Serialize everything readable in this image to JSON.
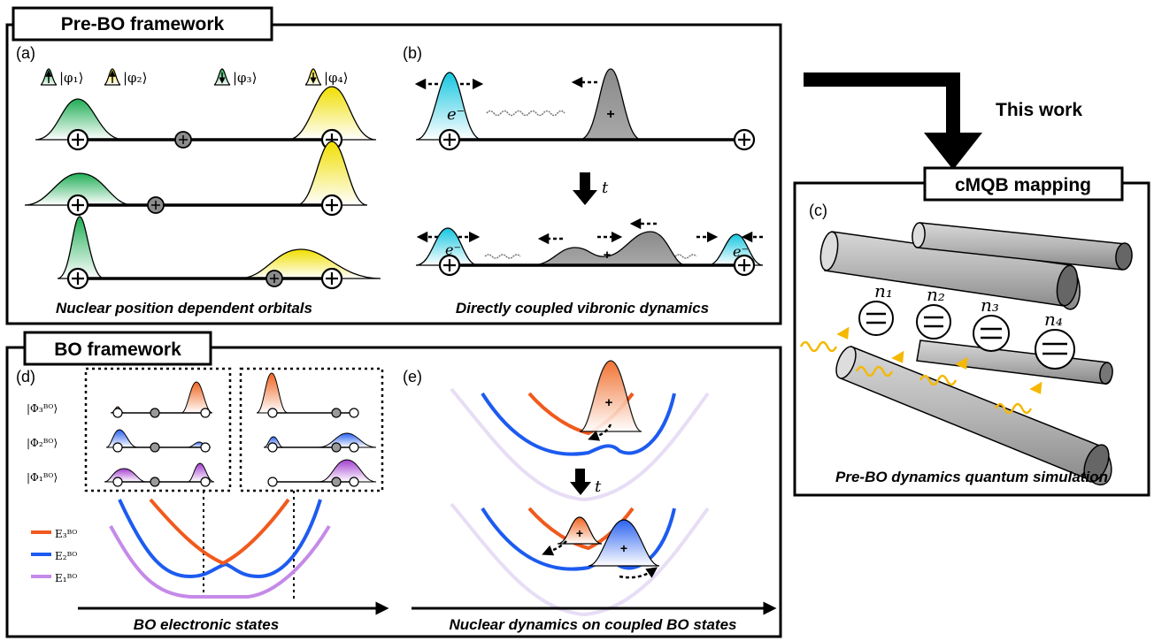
{
  "frameworks": {
    "pre_bo_title": "Pre-BO framework",
    "bo_title": "BO framework",
    "cmqb_title": "cMQB mapping"
  },
  "arrow_label": "This work",
  "panels": {
    "a": {
      "label": "(a)",
      "caption": "Nuclear position dependent orbitals",
      "kets": [
        "|φ₁⟩",
        "|φ₂⟩",
        "|φ₃⟩",
        "|φ₄⟩"
      ]
    },
    "b": {
      "label": "(b)",
      "caption": "Directly coupled vibronic dynamics",
      "electron": "e⁻",
      "time": "t"
    },
    "c": {
      "label": "(c)",
      "caption": "Pre-BO dynamics quantum simulation",
      "modes": [
        "n₁",
        "n₂",
        "n₃",
        "n₄"
      ]
    },
    "d": {
      "label": "(d)",
      "caption": "BO electronic states",
      "states": [
        "|Φ₃ᴮᴼ⟩",
        "|Φ₂ᴮᴼ⟩",
        "|Φ₁ᴮᴼ⟩"
      ],
      "energies": [
        "E₃ᴮᴼ",
        "E₂ᴮᴼ",
        "E₁ᴮᴼ"
      ]
    },
    "e": {
      "label": "(e)",
      "caption": "Nuclear dynamics on coupled BO states",
      "time": "t"
    }
  },
  "colors": {
    "green": "#2db55d",
    "yellow": "#f2e000",
    "cyan": "#22c9e0",
    "gray": "#8c8c8c",
    "red": "#f05a1e",
    "blue": "#1d5bf0",
    "purple": "#c58ae8",
    "photon": "#f5b800"
  }
}
